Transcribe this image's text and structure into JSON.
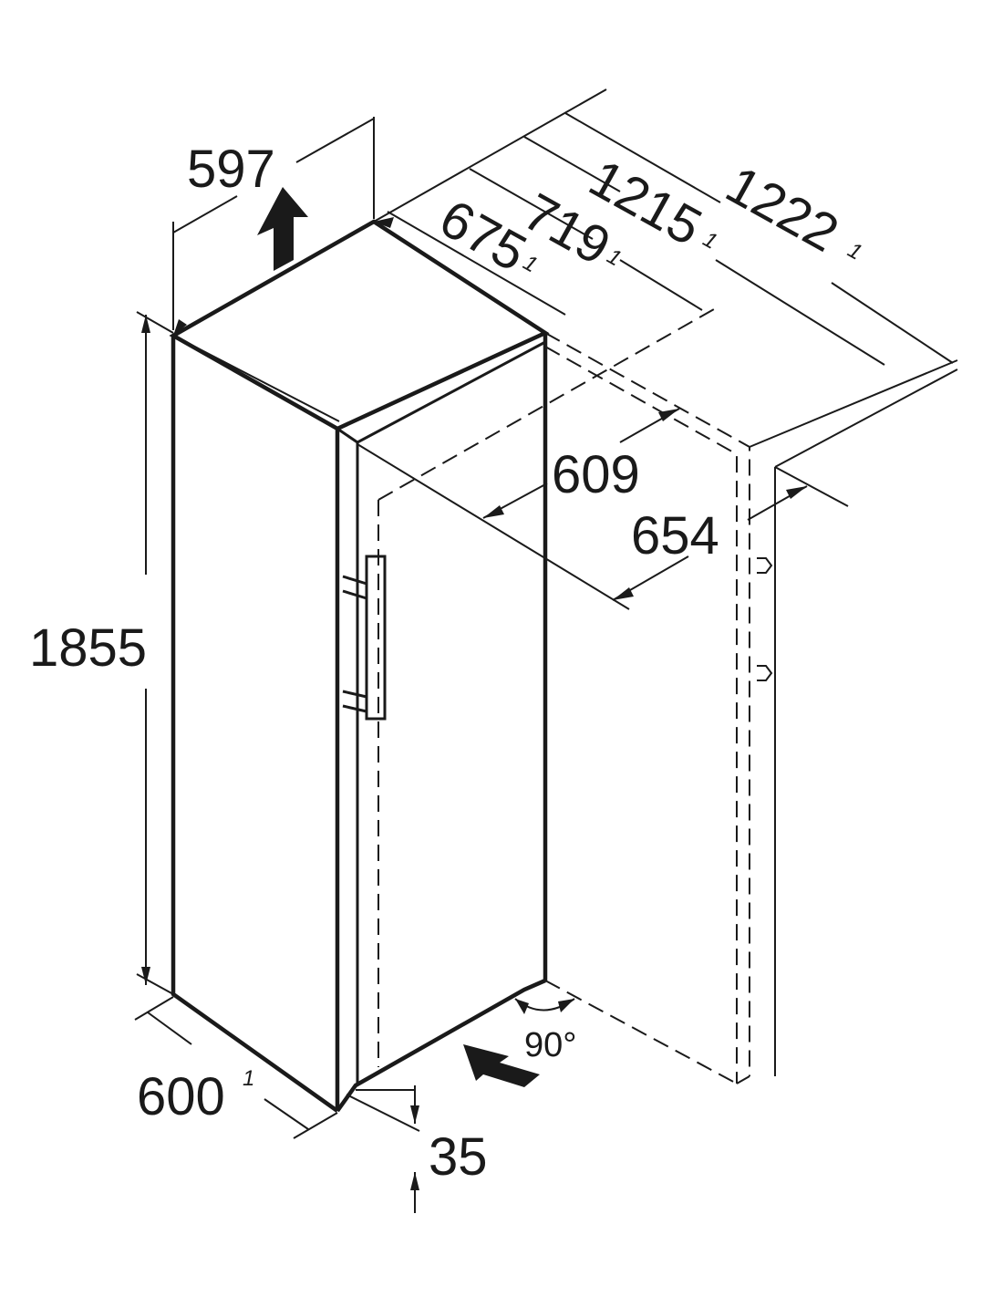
{
  "dimensions": {
    "width_top": "597",
    "depth_door_closed": "675",
    "depth_door_closed_note": "1",
    "depth_door_open": "719",
    "depth_door_open_note": "1",
    "depth_with_door_open_90": "1215",
    "depth_with_door_open_90_note": "1",
    "depth_total": "1222",
    "depth_total_note": "1",
    "recess_depth": "609",
    "recess_depth_alt": "654",
    "height": "1855",
    "width_bottom": "600",
    "width_bottom_note": "1",
    "plinth": "35",
    "door_angle": "90°"
  },
  "icons": {
    "ventilation_up": "arrow-up-icon",
    "ventilation_in": "arrow-in-icon"
  },
  "colors": {
    "line": "#1a1a1a",
    "background": "#ffffff"
  }
}
